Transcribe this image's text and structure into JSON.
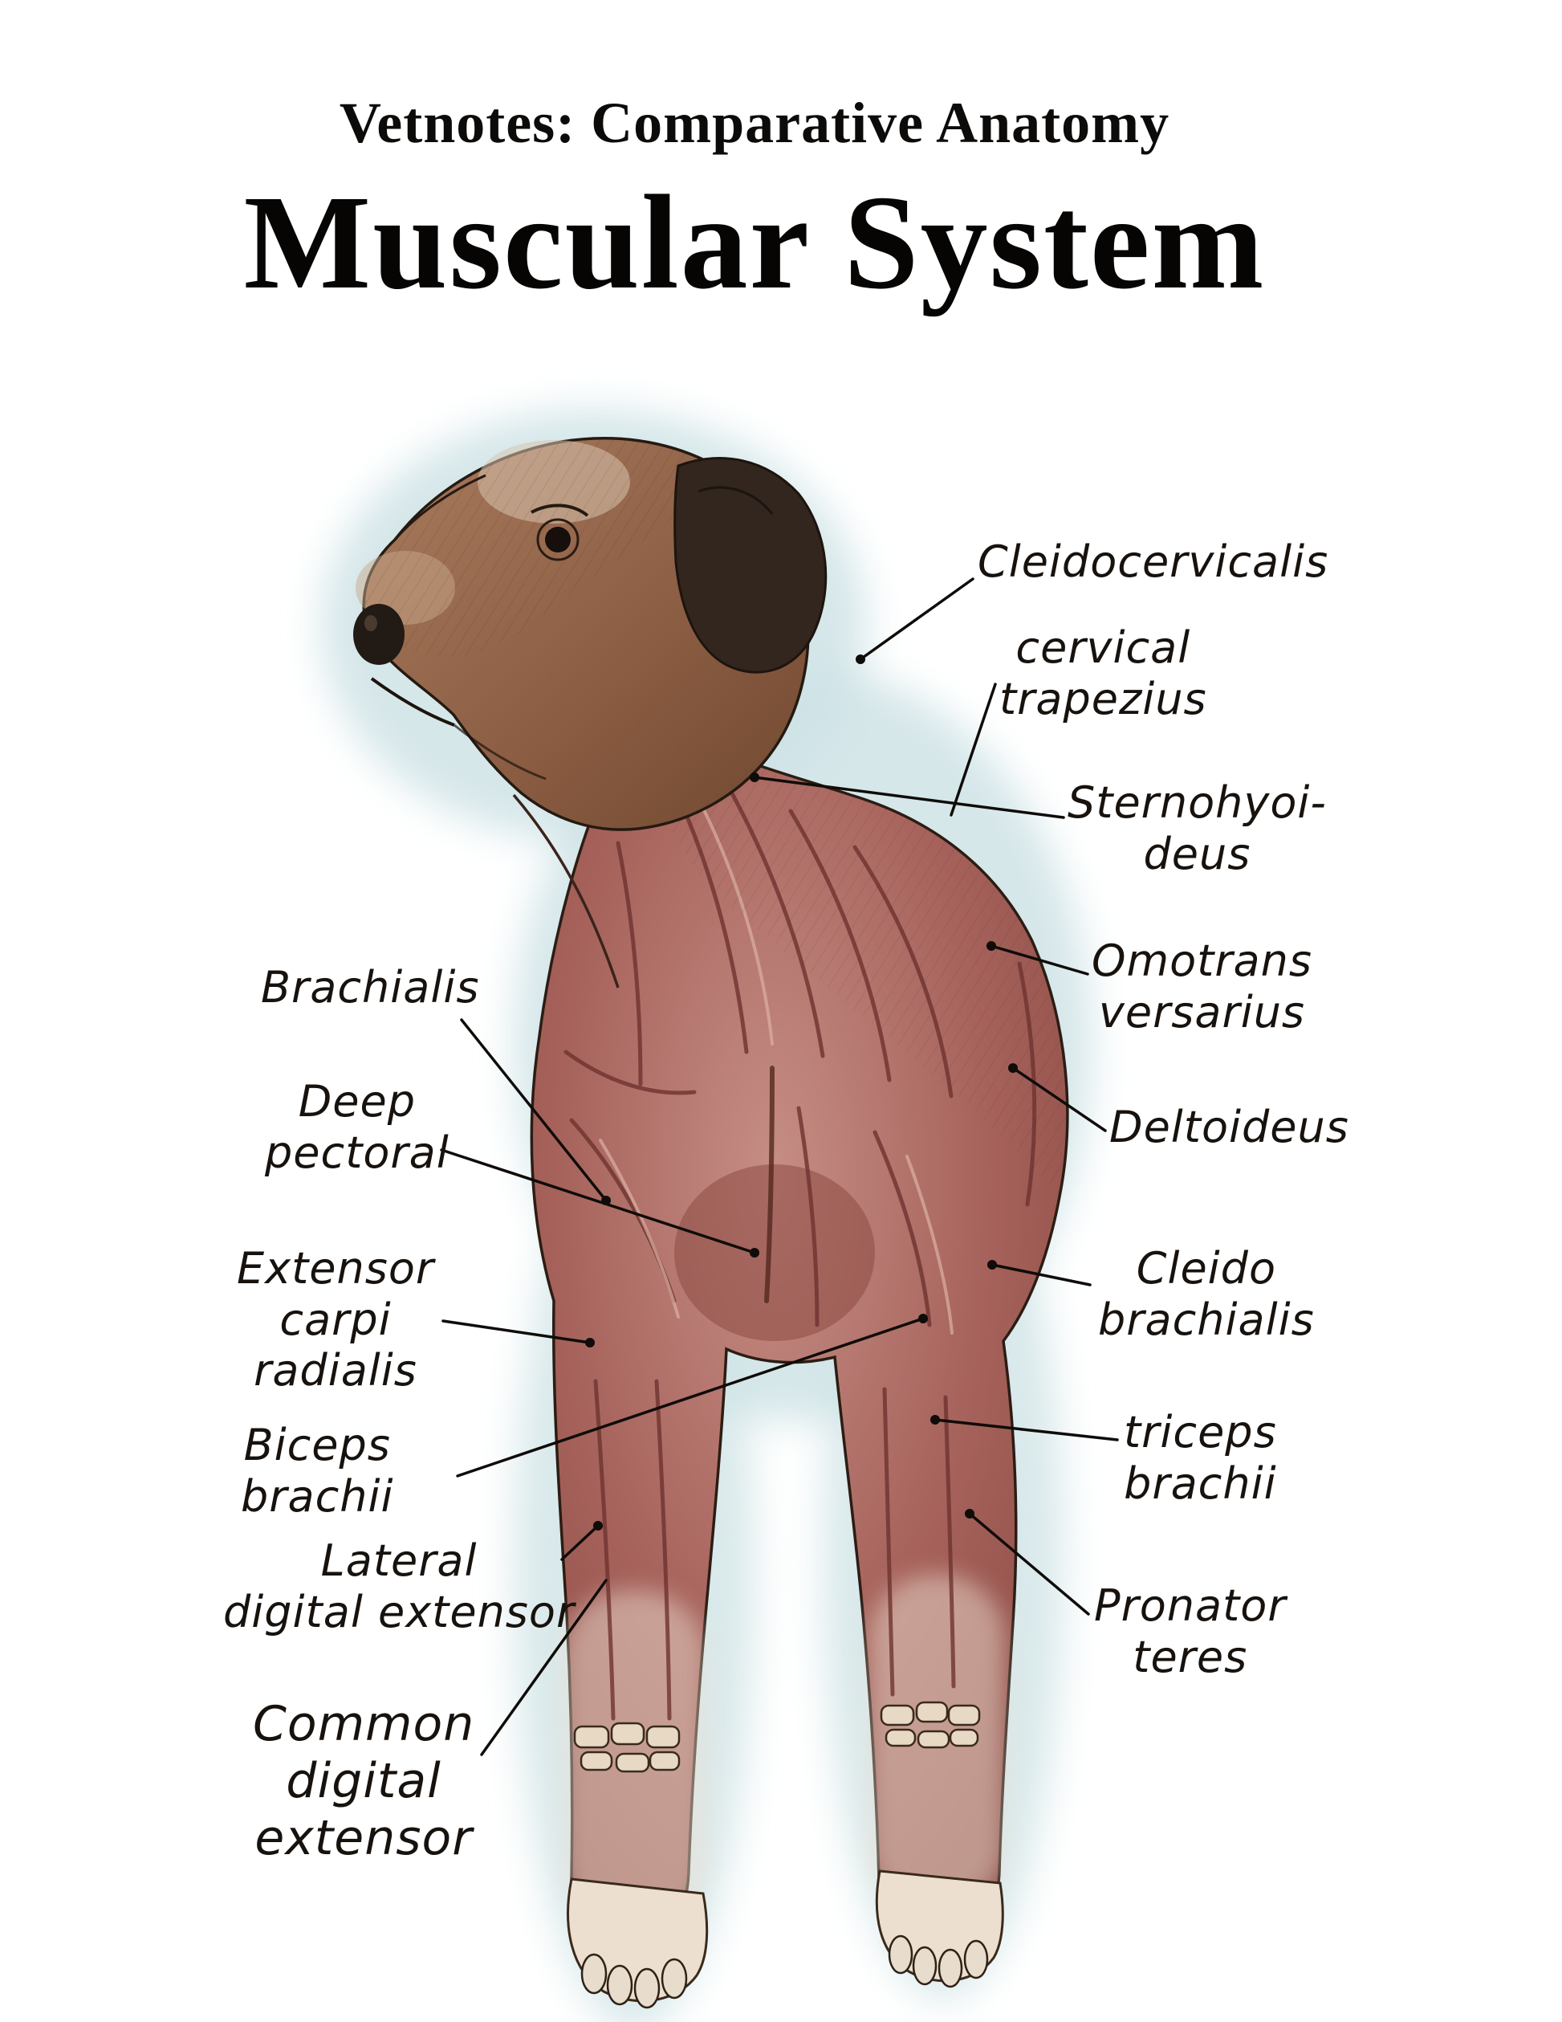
{
  "header": {
    "series_title": "Vetnotes: Comparative Anatomy",
    "page_title": "Muscular System"
  },
  "illustration": {
    "subject": "dog forequarter superficial musculature, front view, head turned left",
    "style": "ink and watercolor sketch",
    "background_wash_color": "#cfe3e6",
    "muscle_color": "#a5615a",
    "head_color": "#8f6047",
    "ear_color": "#33261f",
    "outline_color": "#2b1d14"
  },
  "labels": [
    {
      "id": "cleidocervicalis",
      "side": "right",
      "text": "Cleidocervicalis"
    },
    {
      "id": "cervical-trapezius",
      "side": "right",
      "text": "cervical\ntrapezius"
    },
    {
      "id": "sternohyoideus",
      "side": "right",
      "text": "Sternohyoi-\ndeus"
    },
    {
      "id": "omotransversarius",
      "side": "right",
      "text": "Omotrans\nversarius"
    },
    {
      "id": "deltoideus",
      "side": "right",
      "text": "Deltoideus"
    },
    {
      "id": "cleidobrachialis",
      "side": "right",
      "text": "Cleido\nbrachialis"
    },
    {
      "id": "triceps-brachii",
      "side": "right",
      "text": "triceps\nbrachii"
    },
    {
      "id": "pronator-teres",
      "side": "right",
      "text": "Pronator\nteres"
    },
    {
      "id": "brachialis",
      "side": "left",
      "text": "Brachialis"
    },
    {
      "id": "deep-pectoral",
      "side": "left",
      "text": "Deep\npectoral"
    },
    {
      "id": "extensor-carpi-radialis",
      "side": "left",
      "text": "Extensor\ncarpi\nradialis"
    },
    {
      "id": "biceps-brachii",
      "side": "left",
      "text": "Biceps\nbrachii"
    },
    {
      "id": "lateral-digital-extensor",
      "side": "left",
      "text": "Lateral\ndigital extensor"
    },
    {
      "id": "common-digital-extensor",
      "side": "left",
      "text": "Common\ndigital\nextensor"
    }
  ]
}
